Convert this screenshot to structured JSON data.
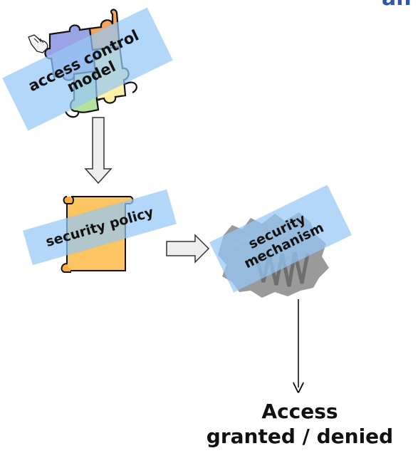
{
  "diagram": {
    "corner_fragment": "an",
    "access_control_model": {
      "line1": "access control",
      "line2": "model"
    },
    "security_policy": {
      "label": "security policy"
    },
    "security_mechanism": {
      "line1": "security",
      "line2": "mechanism"
    },
    "outcome": {
      "line1": "Access",
      "line2": "granted / denied"
    }
  },
  "colors": {
    "banner": "#96c8f5",
    "scroll_fill": "#fbc563",
    "puzzle_blue": "#9aa3e6",
    "puzzle_orange": "#f5a55a",
    "puzzle_yellow": "#fff1a6",
    "puzzle_green": "#b6e2a0",
    "gear_gray": "#8a8a8a",
    "corner_text": "#2f56a8"
  },
  "icons": {
    "model": "puzzle-icon",
    "policy": "scroll-icon",
    "mechanism": "gear-icon",
    "pointer": "hand-cursor-icon"
  }
}
